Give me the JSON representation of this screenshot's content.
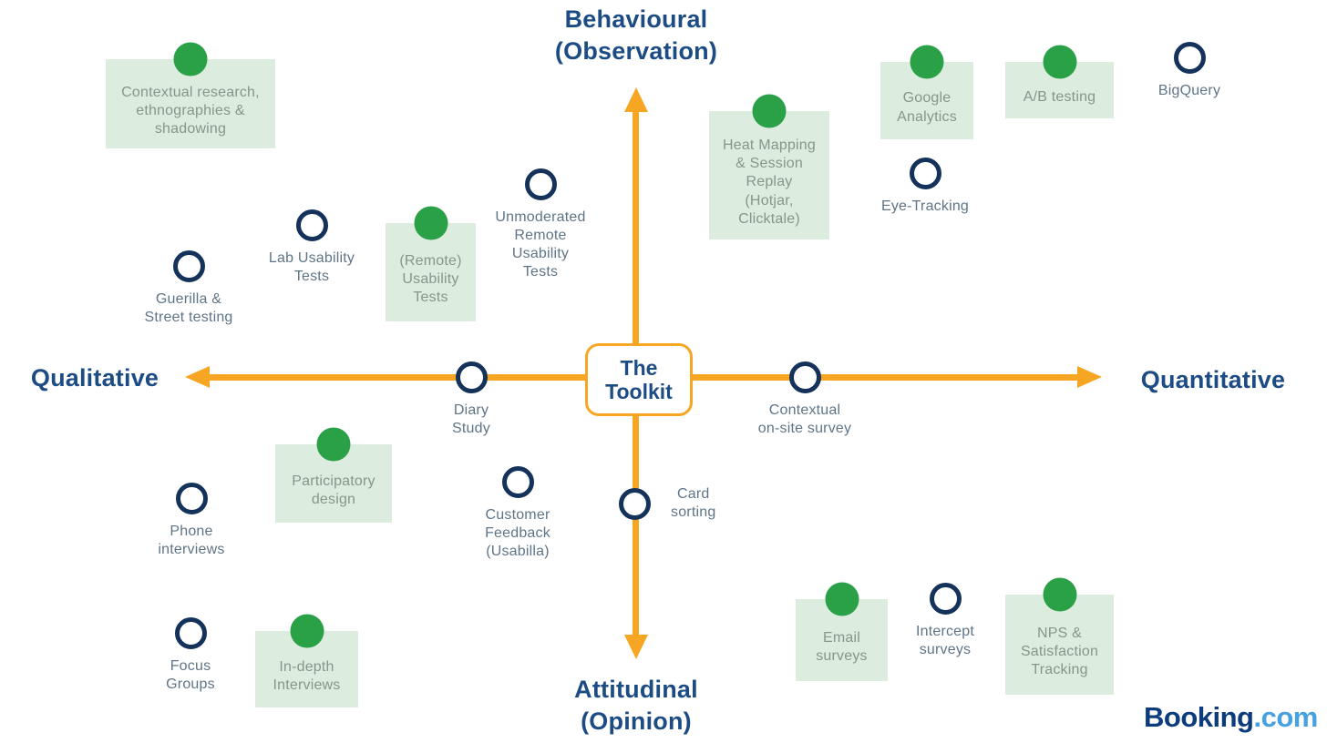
{
  "axes": {
    "top_label": "Behavioural\n(Observation)",
    "bottom_label": "Attitudinal\n(Opinion)",
    "left_label": "Qualitative",
    "right_label": "Quantitative"
  },
  "center_box": {
    "label": "The\nToolkit"
  },
  "colors": {
    "axis_orange": "#f7a624",
    "heading_navy": "#1d4c85",
    "dot_green": "#2aa047",
    "highlight_green": "#dcecdf",
    "ring_navy": "#15335a",
    "circle_label_gray_blue": "#5f7587",
    "box_label_gray_green": "#879689",
    "logo_navy": "#0d3c7d",
    "logo_light_blue": "#47a1e0"
  },
  "methods": {
    "contextual_research": {
      "label": "Contextual research,\nethnographies &\nshadowing",
      "marker": "green-dot",
      "highlighted": true,
      "quadrant": "qualitative-behavioural"
    },
    "lab_usability": {
      "label": "Lab Usability\nTests",
      "marker": "open-circle",
      "highlighted": false,
      "quadrant": "qualitative-behavioural"
    },
    "guerilla": {
      "label": "Guerilla &\nStreet testing",
      "marker": "open-circle",
      "highlighted": false,
      "quadrant": "qualitative-behavioural"
    },
    "remote_usability": {
      "label": "(Remote)\nUsability\nTests",
      "marker": "green-dot",
      "highlighted": true,
      "quadrant": "qualitative-behavioural"
    },
    "unmoderated": {
      "label": "Unmoderated\nRemote\nUsability\nTests",
      "marker": "open-circle",
      "highlighted": false,
      "quadrant": "qualitative-behavioural"
    },
    "heat_mapping": {
      "label": "Heat Mapping\n& Session\nReplay\n(Hotjar,\nClicktale)",
      "marker": "green-dot",
      "highlighted": true,
      "quadrant": "quantitative-behavioural"
    },
    "google_analytics": {
      "label": "Google\nAnalytics",
      "marker": "green-dot",
      "highlighted": true,
      "quadrant": "quantitative-behavioural"
    },
    "ab_testing": {
      "label": "A/B testing",
      "marker": "green-dot",
      "highlighted": true,
      "quadrant": "quantitative-behavioural"
    },
    "bigquery": {
      "label": "BigQuery",
      "marker": "open-circle",
      "highlighted": false,
      "quadrant": "quantitative-behavioural"
    },
    "eye_tracking": {
      "label": "Eye-Tracking",
      "marker": "open-circle",
      "highlighted": false,
      "quadrant": "quantitative-behavioural"
    },
    "diary_study": {
      "label": "Diary\nStudy",
      "marker": "open-circle",
      "highlighted": false,
      "quadrant": "horizontal-axis-qualitative"
    },
    "contextual_survey": {
      "label": "Contextual\non-site survey",
      "marker": "open-circle",
      "highlighted": false,
      "quadrant": "horizontal-axis-quantitative"
    },
    "participatory_design": {
      "label": "Participatory\ndesign",
      "marker": "green-dot",
      "highlighted": true,
      "quadrant": "qualitative-attitudinal"
    },
    "phone_interviews": {
      "label": "Phone\ninterviews",
      "marker": "open-circle",
      "highlighted": false,
      "quadrant": "qualitative-attitudinal"
    },
    "customer_feedback": {
      "label": "Customer\nFeedback\n(Usabilla)",
      "marker": "open-circle",
      "highlighted": false,
      "quadrant": "qualitative-attitudinal"
    },
    "card_sorting": {
      "label": "Card\nsorting",
      "marker": "open-circle",
      "highlighted": false,
      "quadrant": "vertical-axis-attitudinal"
    },
    "focus_groups": {
      "label": "Focus\nGroups",
      "marker": "open-circle",
      "highlighted": false,
      "quadrant": "qualitative-attitudinal"
    },
    "in_depth_interviews": {
      "label": "In-depth\nInterviews",
      "marker": "green-dot",
      "highlighted": true,
      "quadrant": "qualitative-attitudinal"
    },
    "email_surveys": {
      "label": "Email\nsurveys",
      "marker": "green-dot",
      "highlighted": true,
      "quadrant": "quantitative-attitudinal"
    },
    "intercept_surveys": {
      "label": "Intercept\nsurveys",
      "marker": "open-circle",
      "highlighted": false,
      "quadrant": "quantitative-attitudinal"
    },
    "nps_tracking": {
      "label": "NPS &\nSatisfaction\nTracking",
      "marker": "green-dot",
      "highlighted": true,
      "quadrant": "quantitative-attitudinal"
    }
  },
  "logo": {
    "brand": "Booking",
    "tld": ".com"
  }
}
